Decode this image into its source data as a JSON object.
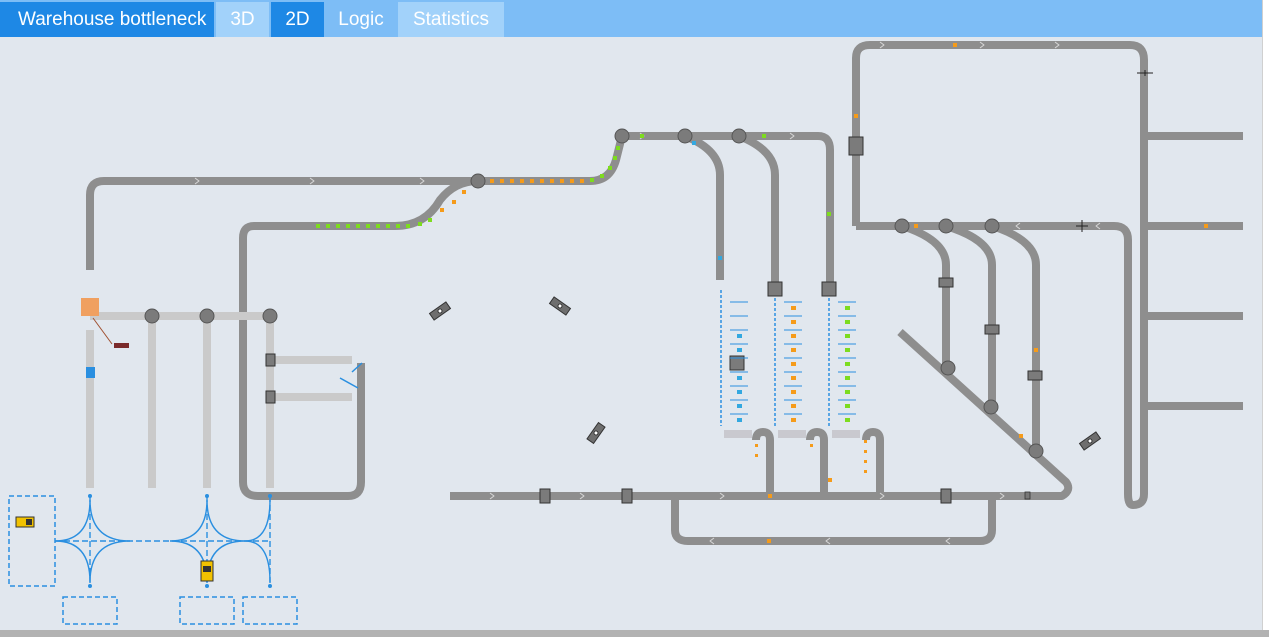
{
  "app": {
    "title": "Warehouse bottleneck"
  },
  "tabs": [
    {
      "label": "3D",
      "active": false
    },
    {
      "label": "2D",
      "active": true
    },
    {
      "label": "Logic",
      "active": false
    },
    {
      "label": "Statistics",
      "active": false
    }
  ],
  "colors": {
    "accent": "#1e88e5",
    "tab_bar": "#7dbdf6",
    "tab_light": "#a2d2fa",
    "canvas": "#e1e7ee",
    "conveyor": "#8c8c8c",
    "conveyor_light": "#c8c8c8",
    "item_green": "#7ddc1f",
    "item_orange": "#f59b1a",
    "item_blue": "#33a8e0",
    "transporter": "#f2c200",
    "network_path": "#2a8fe0"
  },
  "icons": [
    "robot-arm-icon",
    "transporter-icon",
    "agv-icon",
    "turntable-icon",
    "station-icon",
    "pallet-rack-icon"
  ]
}
